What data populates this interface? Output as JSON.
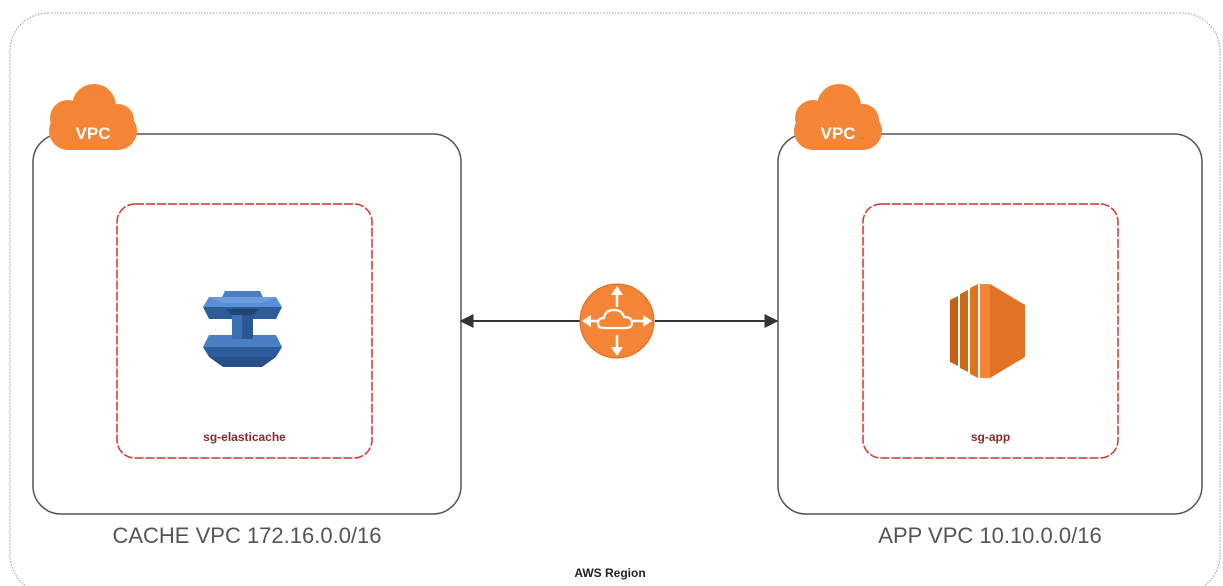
{
  "region": {
    "label": "AWS Region"
  },
  "cache_vpc": {
    "badge": "VPC",
    "label": "CACHE VPC 172.16.0.0/16",
    "security_group": "sg-elasticache",
    "service_icon": "elasticache-icon"
  },
  "app_vpc": {
    "badge": "VPC",
    "label": "APP VPC 10.10.0.0/16",
    "security_group": "sg-app",
    "service_icon": "ec2-instances-icon"
  },
  "connection": {
    "icon": "vpc-peering-router-icon",
    "direction": "bidirectional"
  },
  "colors": {
    "aws_orange": "#f58536",
    "elasticache_blue": "#3b6fb6",
    "sg_border": "#d9342b",
    "vpc_border": "#555555"
  }
}
